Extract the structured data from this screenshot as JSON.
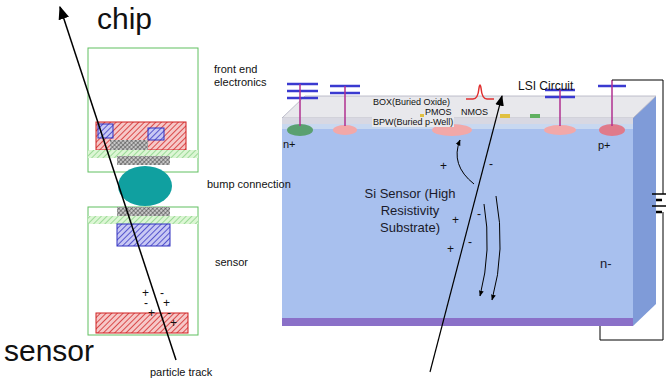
{
  "diagram": {
    "nodes": [
      {
        "text": [
          "Si Sensor (High Resistivity Substrate)",
          "n-"
        ]
      }
    ],
    "labels": [
      "chip",
      "front end electronics",
      "bump connection",
      "sensor",
      "sensor",
      "particle track",
      "+",
      "-",
      "-",
      "+",
      "+",
      "-",
      "+",
      "LSI Circuit",
      "BOX(Buried Oxide)",
      "PMOS",
      "NMOS",
      "BPW(Buried p-Well)",
      "n+",
      "p+",
      "+",
      "-",
      "+",
      "-",
      "+",
      "-"
    ]
  }
}
